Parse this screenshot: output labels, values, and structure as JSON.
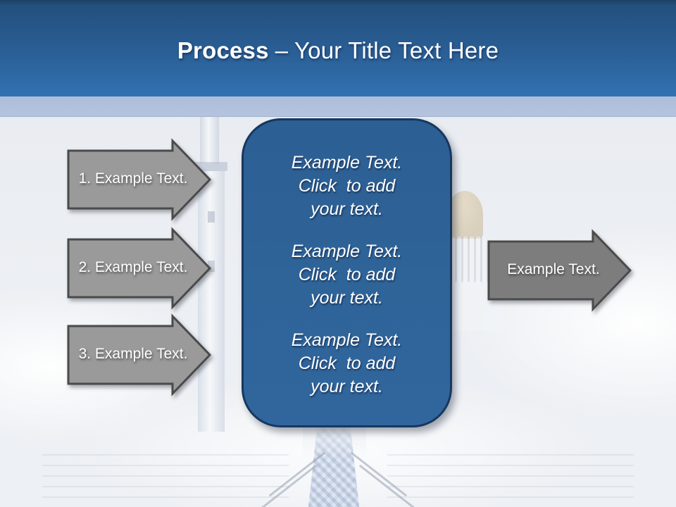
{
  "slide": {
    "header": {
      "title_bold": "Process",
      "title_rest": "– Your Title Text Here",
      "bg_top_color": "#23507E",
      "bg_bottom_color": "#3172B2",
      "band_color": "#B2C1DC"
    },
    "left_arrows": [
      {
        "label": "1. Example Text."
      },
      {
        "label": "2. Example Text."
      },
      {
        "label": "3. Example Text."
      }
    ],
    "right_arrow": {
      "label": "Example Text."
    },
    "center_box": {
      "fill_color": "#2E6499",
      "border_color": "#17375E",
      "blocks": [
        {
          "line1": "Example Text.",
          "line2": "Click  to add",
          "line3": "your text."
        },
        {
          "line1": "Example Text.",
          "line2": "Click  to add",
          "line3": "your text."
        },
        {
          "line1": "Example Text.",
          "line2": "Click  to add",
          "line3": "your text."
        }
      ]
    },
    "arrow_colors": {
      "left_fill": "#9A9A9A",
      "right_fill": "#7D7D7D",
      "border": "#4A4A4A"
    },
    "background_image": "faded-mosque-minaret-dome-and-stairs-photo"
  }
}
